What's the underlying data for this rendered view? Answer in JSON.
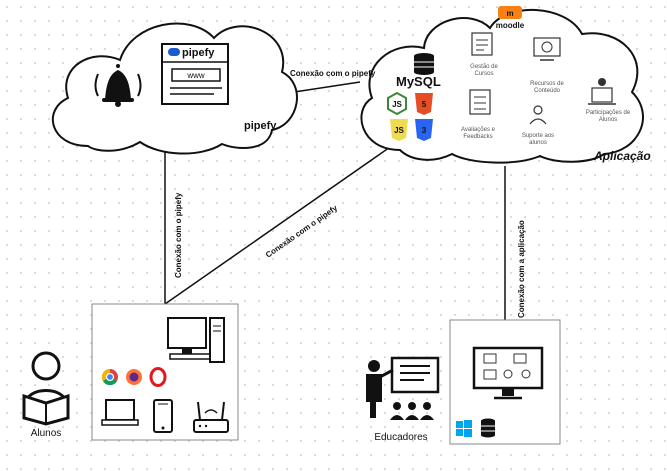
{
  "pipefy_cloud": {
    "logo_text": "pipefy",
    "url_text": "www",
    "brand_label": "pipefy"
  },
  "app_cloud": {
    "moodle_text": "moodle",
    "mysql_text": "MySQL",
    "title": "Aplicação",
    "features": [
      {
        "label_lines": [
          "Gestão de",
          "Cursos"
        ]
      },
      {
        "label_lines": [
          "Recursos de",
          "Conteúdo"
        ]
      },
      {
        "label_lines": [
          "Avaliações e",
          "Feedbacks"
        ]
      },
      {
        "label_lines": [
          "Suporte aos",
          "alunos"
        ]
      },
      {
        "label_lines": [
          "Participações de",
          "Alunos"
        ]
      }
    ]
  },
  "connections": {
    "clouds": "Conexão com o pipefy",
    "alunos_vertical": "Conexão com o pipefy",
    "diagonal": "Conexão com o pipefy",
    "educadores": "Conexão com a aplicação"
  },
  "actors": {
    "alunos": "Alunos",
    "educadores": "Educadores"
  }
}
